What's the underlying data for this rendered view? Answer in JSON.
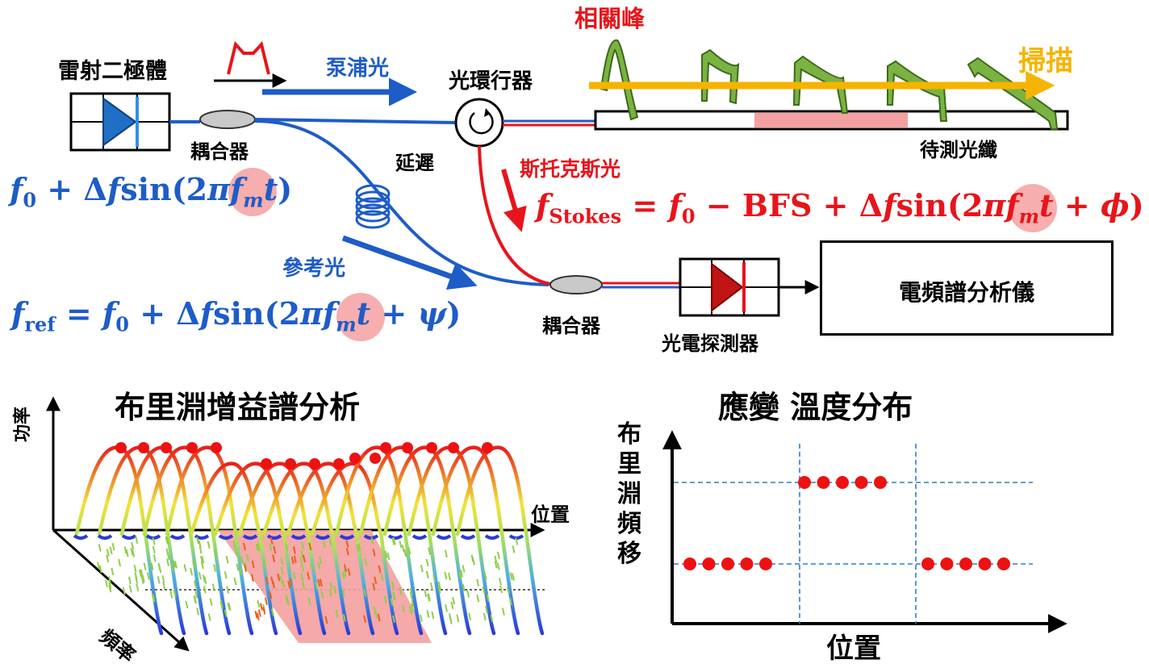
{
  "labels": {
    "laser_diode": "雷射二極體",
    "coupler_top": "耦合器",
    "pump_light": "泵浦光",
    "circulator": "光環行器",
    "correlation_peak": "相關峰",
    "scan": "掃描",
    "fiber_under_test": "待測光纖",
    "delay": "延遲",
    "stokes_light": "斯托克斯光",
    "reference_light": "參考光",
    "coupler_bottom": "耦合器",
    "photodetector": "光電探測器",
    "rf_spectrum_analyzer": "電頻譜分析儀"
  },
  "equations": {
    "pump": {
      "f": "f",
      "sub": "0",
      "rest1": " + Δ",
      "f2": "f",
      "sin": "sin",
      "paren": "(2",
      "pi": "π",
      "fm": "f",
      "m": "m",
      "t": "t",
      "end": ")"
    },
    "stokes": {
      "f": "f",
      "sub": "Stokes",
      "eq": " = ",
      "f0": "f",
      "sub0": "0",
      "bfs": " − BFS + Δ",
      "f2": "f",
      "sin": "sin",
      "paren": "(2",
      "pi": "π",
      "fm": "f",
      "m": "m",
      "t": "t",
      "plus": " + ",
      "phi": "ϕ",
      "end": ")"
    },
    "ref": {
      "f": "f",
      "sub": "ref",
      "eq": " = ",
      "f0": "f",
      "sub0": "0",
      "rest1": " + Δ",
      "f2": "f",
      "sin": "sin",
      "paren": "(2",
      "pi": "π",
      "fm": "f",
      "m": "m",
      "t": "t",
      "plus": " + ",
      "psi": "ψ",
      "end": ")"
    }
  },
  "bgs_panel": {
    "title": "布里淵增益譜分析",
    "y_axis": "功率",
    "x_axis": "位置",
    "depth_axis": "頻率"
  },
  "strain_panel": {
    "title": "應變 溫度分布",
    "y_axis": "布里淵頻移",
    "x_axis": "位置"
  },
  "chart_data": {
    "type": "scatter",
    "title": "應變 溫度分布",
    "xlabel": "位置",
    "ylabel": "布里淵頻移",
    "series": [
      {
        "x": [
          1,
          2,
          3,
          4,
          5,
          6,
          7,
          8,
          9,
          10,
          11,
          12,
          13,
          14,
          15
        ],
        "y": [
          0,
          0,
          0,
          0,
          0,
          1,
          1,
          1,
          1,
          1,
          0,
          0,
          0,
          0,
          0
        ]
      }
    ],
    "grid": "dashed vertical lines at segment boundaries, dashed horizontal lines at both levels"
  },
  "colors": {
    "pump_blue": "#1e5cc8",
    "stokes_red": "#e8141b",
    "scan_orange": "#f5b400",
    "peak_green": "#5a8c2a",
    "highlight_pink": "#f4a0a0"
  }
}
